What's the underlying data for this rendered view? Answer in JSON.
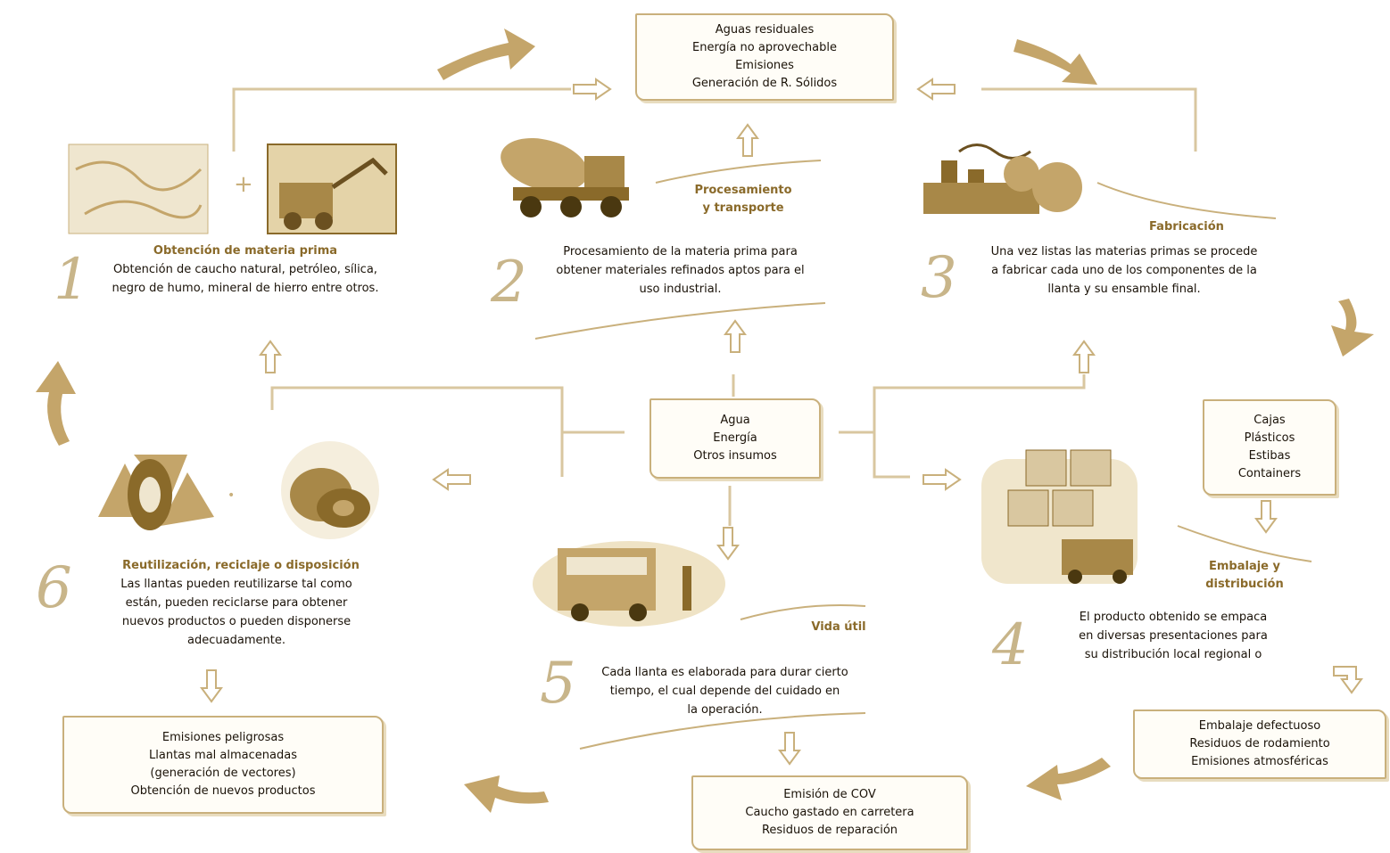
{
  "outputs": {
    "top": [
      "Aguas residuales",
      "Energía no aprovechable",
      "Emisiones",
      "Generación de R. Sólidos"
    ],
    "center": [
      "Agua",
      "Energía",
      "Otros insumos"
    ],
    "packaging_inputs": [
      "Cajas",
      "Plásticos",
      "Estibas",
      "Containers"
    ],
    "bottom_left": [
      "Emisiones peligrosas",
      "Llantas mal almacenadas",
      "(generación de vectores)",
      "Obtención de nuevos productos"
    ],
    "bottom_center": [
      "Emisión de COV",
      "Caucho gastado en carretera",
      "Residuos de reparación"
    ],
    "bottom_right": [
      "Embalaje defectuoso",
      "Residuos de rodamiento",
      "Emisiones atmosféricas"
    ]
  },
  "stages": {
    "s1": {
      "title": "Obtención de materia prima",
      "text": [
        "Obtención de caucho natural, petróleo, sílica,",
        "negro de humo, mineral de hierro entre otros."
      ]
    },
    "s2": {
      "title_lines": [
        "Procesamiento",
        "y transporte"
      ],
      "text": [
        "Procesamiento de la materia prima para",
        "obtener materiales refinados aptos para el",
        "uso industrial."
      ]
    },
    "s3": {
      "title": "Fabricación",
      "text": [
        "Una vez listas las materias primas se procede",
        "a fabricar cada uno de los componentes de la",
        "llanta y su ensamble final."
      ]
    },
    "s4": {
      "title_lines": [
        "Embalaje y",
        "distribución"
      ],
      "text": [
        "El producto obtenido se empaca",
        "en diversas presentaciones para",
        "su distribución local regional o"
      ]
    },
    "s5": {
      "title": "Vida útil",
      "text": [
        "Cada llanta es elaborada para durar cierto",
        "tiempo, el cual depende del cuidado en",
        "la operación."
      ]
    },
    "s6": {
      "title": "Reutilización, reciclaje o disposición",
      "text": [
        "Las llantas pueden reutilizarse tal como",
        "están, pueden reciclarse para obtener",
        "nuevos productos o pueden disponerse",
        "adecuadamente."
      ]
    }
  },
  "numbers": [
    "1",
    "2",
    "3",
    "4",
    "5",
    "6"
  ],
  "colors": {
    "accent": "#8a6a2a",
    "lines": "#d9c7a0",
    "box_border": "#c9b07c",
    "arrows": "#b8985a"
  }
}
